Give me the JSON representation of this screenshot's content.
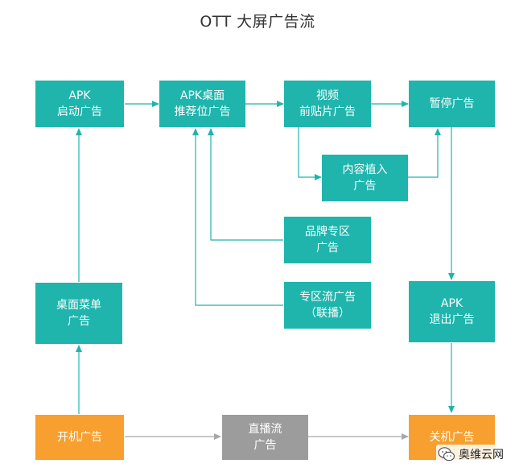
{
  "title": "OTT 大屏广告流",
  "nodes": {
    "apk_boot": [
      "APK",
      "启动广告"
    ],
    "apk_desktop": [
      "APK桌面",
      "推荐位广告"
    ],
    "video_preroll": [
      "视频",
      "前贴片广告"
    ],
    "pause": [
      "暂停广告"
    ],
    "content_embed": [
      "内容植入",
      "广告"
    ],
    "brand_zone": [
      "品牌专区",
      "广告"
    ],
    "zone_stream": [
      "专区流广告",
      "（联播）"
    ],
    "desktop_menu": [
      "桌面菜单",
      "广告"
    ],
    "apk_exit": [
      "APK",
      "退出广告"
    ],
    "power_on": [
      "开机广告"
    ],
    "live_stream": [
      "直播流",
      "广告"
    ],
    "power_off": [
      "关机广告"
    ]
  },
  "watermark": {
    "text": "奥维云网",
    "icon": "wechat-icon"
  },
  "colors": {
    "teal": "#1fb5ad",
    "orange": "#f7a02f",
    "gray": "#9c9c9c",
    "arrow": "#1fb5ad",
    "gray_arrow": "#a8a8a8"
  }
}
